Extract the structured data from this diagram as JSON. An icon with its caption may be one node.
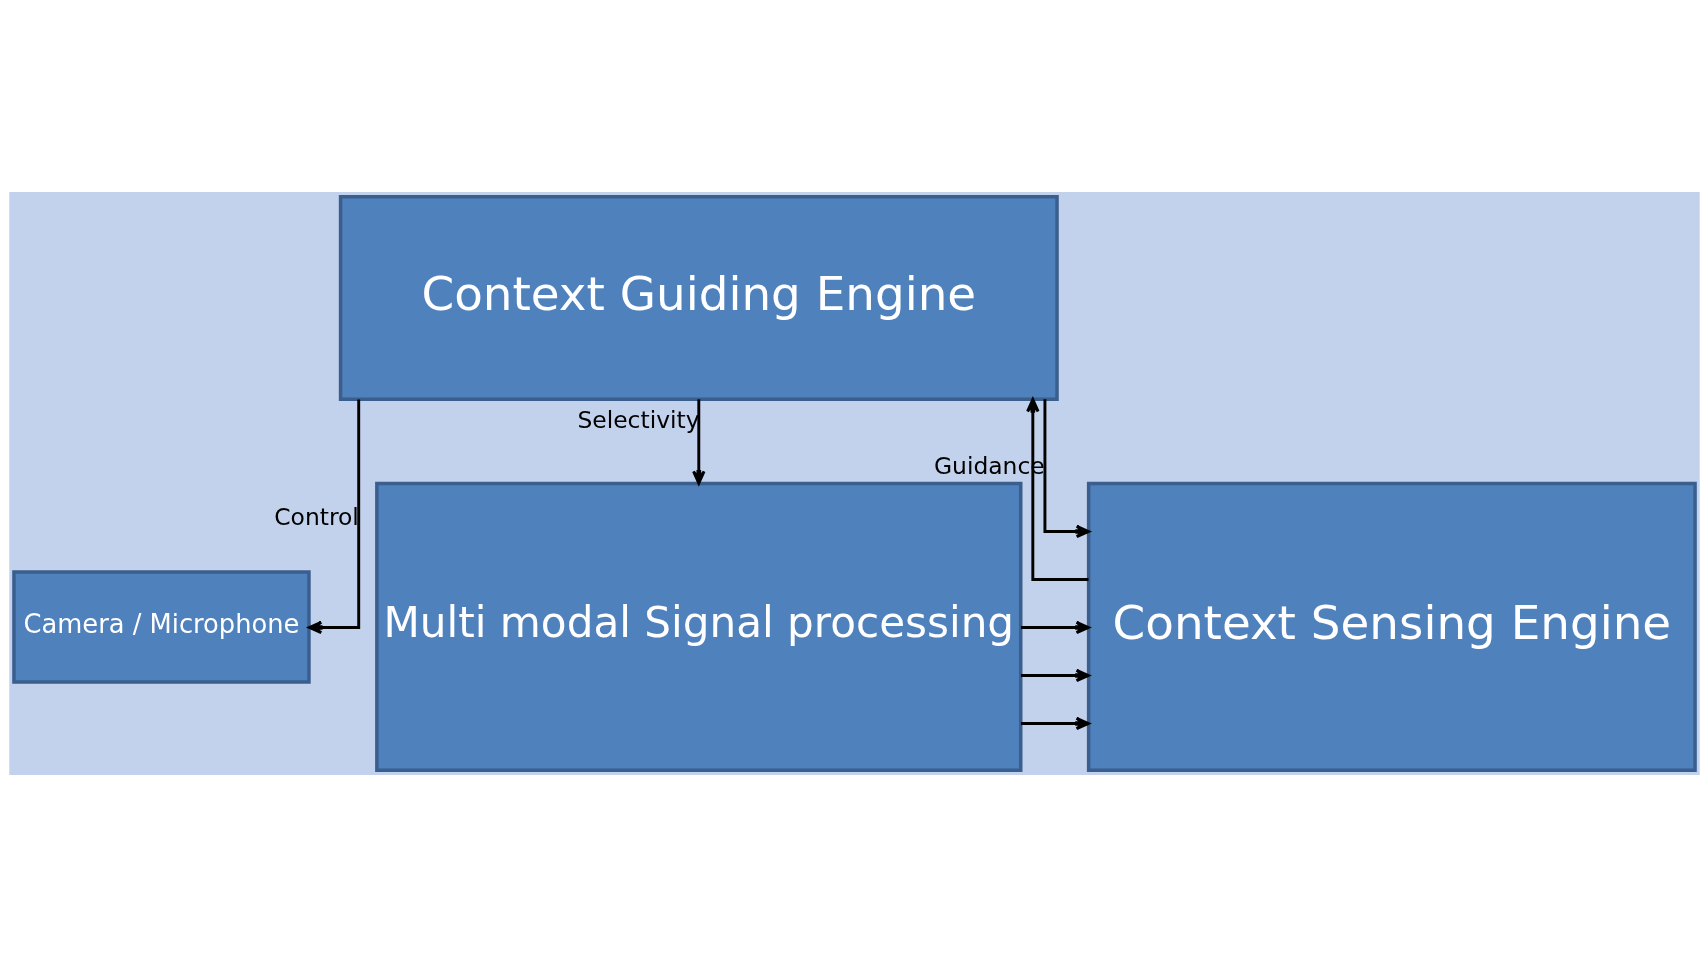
{
  "diagram": {
    "nodes": [
      {
        "text": [
          "Context Guiding Engine"
        ]
      },
      {
        "text": [
          "Camera / Microphone"
        ]
      },
      {
        "text": [
          "Multi modal Signal processing"
        ]
      },
      {
        "text": [
          "Context Sensing Engine"
        ]
      }
    ],
    "edges": [
      {
        "from": 0,
        "to": 2,
        "arrow": "to",
        "label": "Selectivity"
      },
      {
        "from": 0,
        "to": 1,
        "arrow": "to",
        "label": "Control"
      },
      {
        "from": 0,
        "to": 3,
        "arrow": "to",
        "label": "Guidance"
      },
      {
        "from": 2,
        "to": 3,
        "arrow": "to"
      },
      {
        "from": 2,
        "to": 3,
        "arrow": "to"
      },
      {
        "from": 2,
        "to": 3,
        "arrow": "to"
      },
      {
        "from": 3,
        "to": 0,
        "arrow": "to"
      }
    ]
  }
}
